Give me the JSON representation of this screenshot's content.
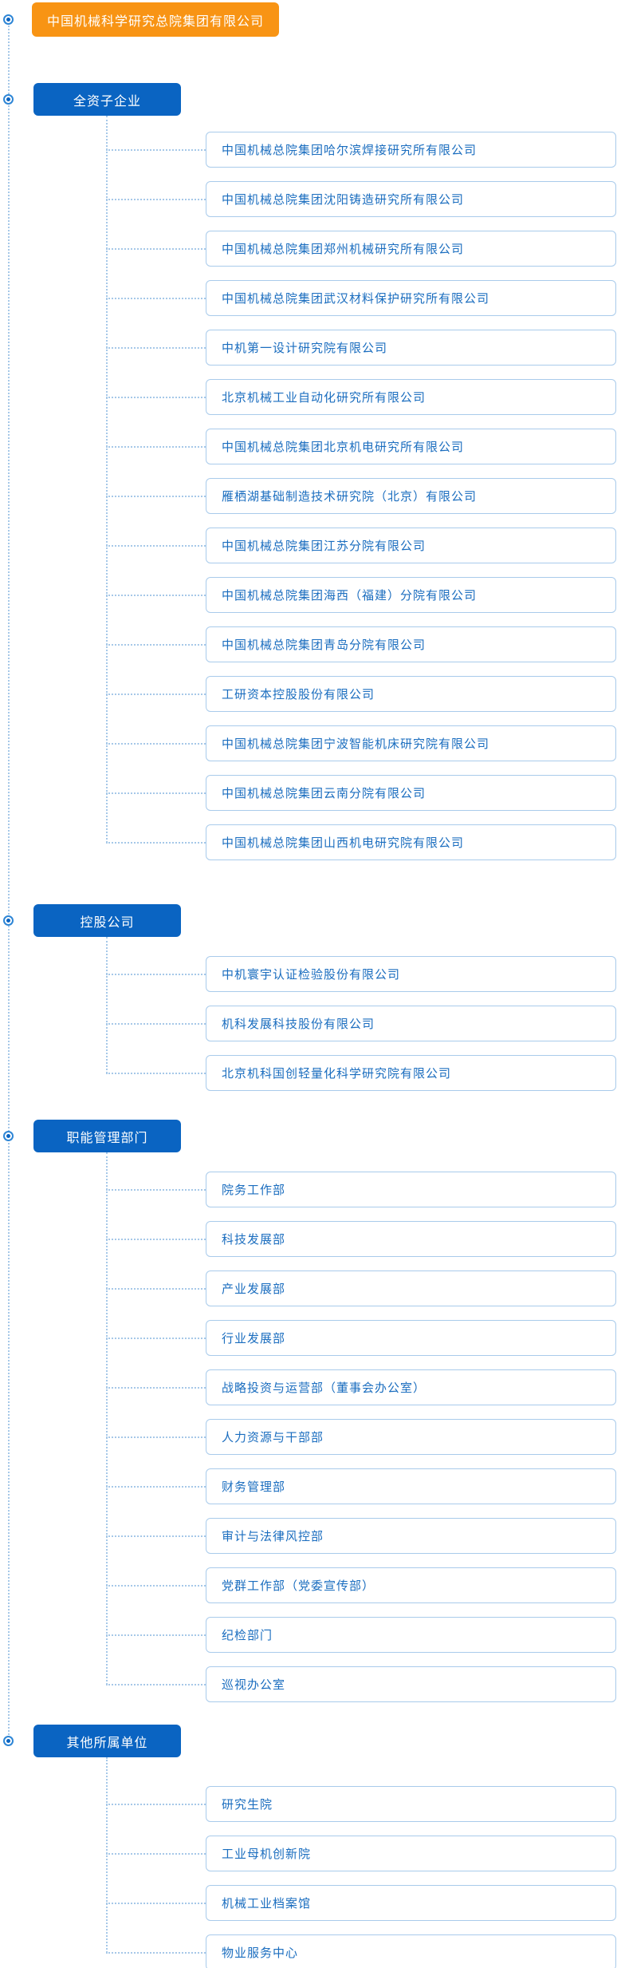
{
  "root": {
    "label": "中国机械科学研究总院集团有限公司"
  },
  "groups": [
    {
      "label": "全资子企业",
      "items": [
        "中国机械总院集团哈尔滨焊接研究所有限公司",
        "中国机械总院集团沈阳铸造研究所有限公司",
        "中国机械总院集团郑州机械研究所有限公司",
        "中国机械总院集团武汉材料保护研究所有限公司",
        "中机第一设计研究院有限公司",
        "北京机械工业自动化研究所有限公司",
        "中国机械总院集团北京机电研究所有限公司",
        "雁栖湖基础制造技术研究院（北京）有限公司",
        "中国机械总院集团江苏分院有限公司",
        "中国机械总院集团海西（福建）分院有限公司",
        "中国机械总院集团青岛分院有限公司",
        "工研资本控股股份有限公司",
        "中国机械总院集团宁波智能机床研究院有限公司",
        "中国机械总院集团云南分院有限公司",
        "中国机械总院集团山西机电研究院有限公司"
      ]
    },
    {
      "label": "控股公司",
      "items": [
        "中机寰宇认证检验股份有限公司",
        "机科发展科技股份有限公司",
        "北京机科国创轻量化科学研究院有限公司"
      ]
    },
    {
      "label": "职能管理部门",
      "items": [
        "院务工作部",
        "科技发展部",
        "产业发展部",
        "行业发展部",
        "战略投资与运营部（董事会办公室）",
        "人力资源与干部部",
        "财务管理部",
        "审计与法律风控部",
        "党群工作部（党委宣传部）",
        "纪检部门",
        "巡视办公室"
      ]
    },
    {
      "label": "其他所属单位",
      "items": [
        "研究生院",
        "工业母机创新院",
        "机械工业档案馆",
        "物业服务中心"
      ]
    }
  ],
  "colors": {
    "root_background": "#F89414",
    "category_background": "#0A64C2",
    "item_text": "#1A6DBF",
    "item_border": "#A9CBEB",
    "connector_line": "#A6C8E8",
    "marker_ring": "#2E86D6",
    "marker_dot": "#0A64C2"
  },
  "icons": {
    "node_marker": "bullseye-icon"
  }
}
